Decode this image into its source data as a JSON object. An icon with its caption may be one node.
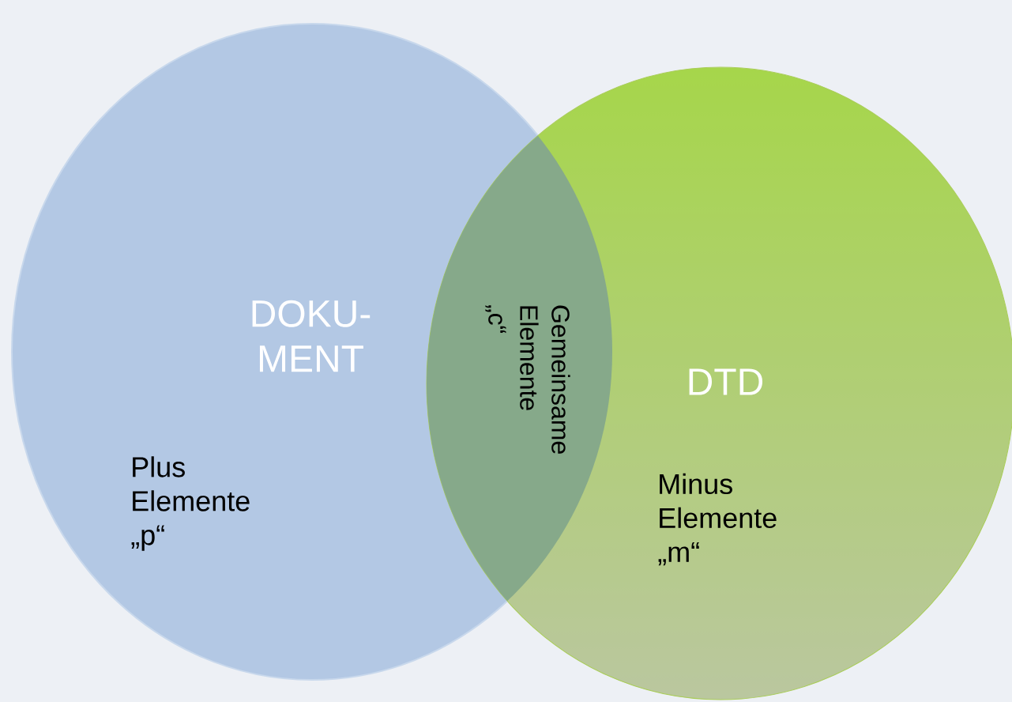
{
  "diagram": {
    "nodes": [
      {
        "text": [
          "DOKU- MENT",
          "Plus Elemente „p“"
        ]
      },
      {
        "text": [
          "DTD",
          "Minus Elemente „m“"
        ]
      }
    ],
    "labels": [
      "Gemeinsame Elemente „c“"
    ]
  }
}
